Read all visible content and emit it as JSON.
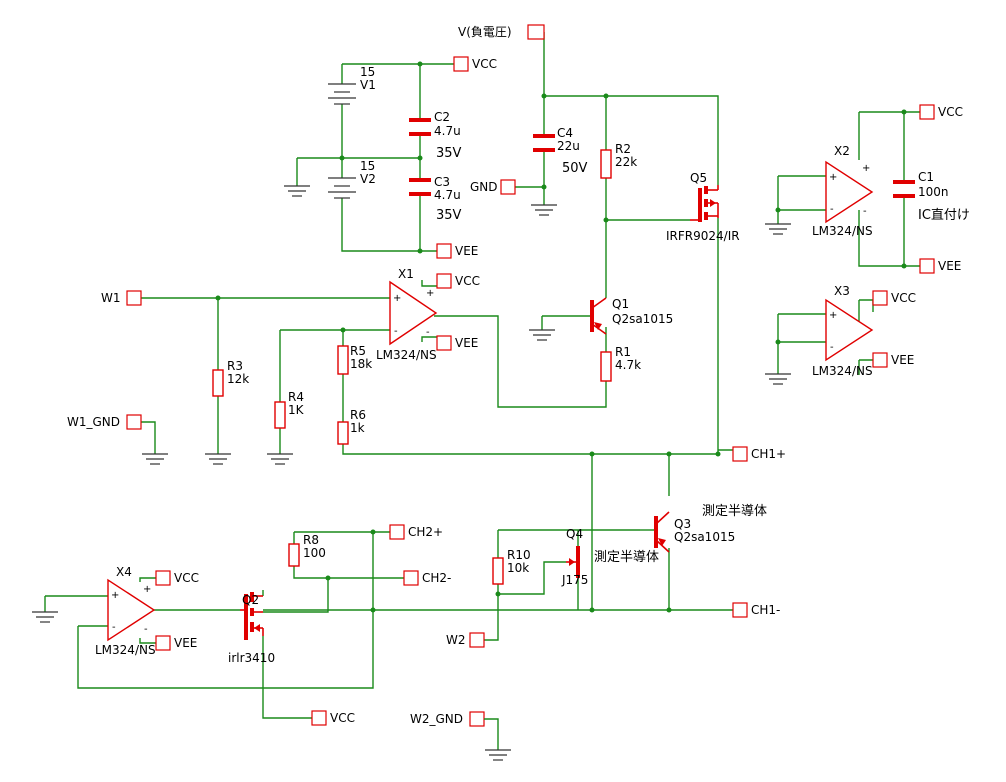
{
  "colors": {
    "wire": "#1a8a1a",
    "component": "#e00000",
    "connector": "#333333",
    "background": "#ffffff"
  },
  "ports": {
    "vneg": "V(負電圧)",
    "vcc_supply": "VCC",
    "vee_supply": "VEE",
    "gnd": "GND",
    "w1": "W1",
    "w1_gnd": "W1_GND",
    "x1_vcc": "VCC",
    "x1_vee": "VEE",
    "x2_vcc": "VCC",
    "x2_vee": "VEE",
    "x3_vcc": "VCC",
    "x3_vee": "VEE",
    "x4_vcc": "VCC",
    "x4_vee": "VEE",
    "ch1p": "CH1+",
    "ch1n": "CH1-",
    "ch2p": "CH2+",
    "ch2n": "CH2-",
    "w2": "W2",
    "w2_gnd": "W2_GND",
    "q2_vcc": "VCC"
  },
  "components": {
    "v1": {
      "ref": "V1",
      "value": "15"
    },
    "v2": {
      "ref": "V2",
      "value": "15"
    },
    "c2": {
      "ref": "C2",
      "value": "4.7u",
      "note": "35V"
    },
    "c3": {
      "ref": "C3",
      "value": "4.7u",
      "note": "35V"
    },
    "c4": {
      "ref": "C4",
      "value": "22u",
      "note": "50V"
    },
    "c1": {
      "ref": "C1",
      "value": "100n",
      "note": "IC直付け"
    },
    "r1": {
      "ref": "R1",
      "value": "4.7k"
    },
    "r2": {
      "ref": "R2",
      "value": "22k"
    },
    "r3": {
      "ref": "R3",
      "value": "12k"
    },
    "r4": {
      "ref": "R4",
      "value": "1K"
    },
    "r5": {
      "ref": "R5",
      "value": "18k"
    },
    "r6": {
      "ref": "R6",
      "value": "1k"
    },
    "r8": {
      "ref": "R8",
      "value": "100"
    },
    "r10": {
      "ref": "R10",
      "value": "10k"
    },
    "q1": {
      "ref": "Q1",
      "value": "Q2sa1015"
    },
    "q2": {
      "ref": "Q2",
      "value": "irlr3410"
    },
    "q3": {
      "ref": "Q3",
      "value": "Q2sa1015",
      "note": "測定半導体"
    },
    "q4": {
      "ref": "Q4",
      "value": "J175",
      "note": "測定半導体"
    },
    "q5": {
      "ref": "Q5",
      "value": "IRFR9024/IR"
    },
    "x1": {
      "ref": "X1",
      "value": "LM324/NS"
    },
    "x2": {
      "ref": "X2",
      "value": "LM324/NS"
    },
    "x3": {
      "ref": "X3",
      "value": "LM324/NS"
    },
    "x4": {
      "ref": "X4",
      "value": "LM324/NS"
    }
  },
  "symbols": {
    "plus": "+",
    "minus": "-"
  }
}
